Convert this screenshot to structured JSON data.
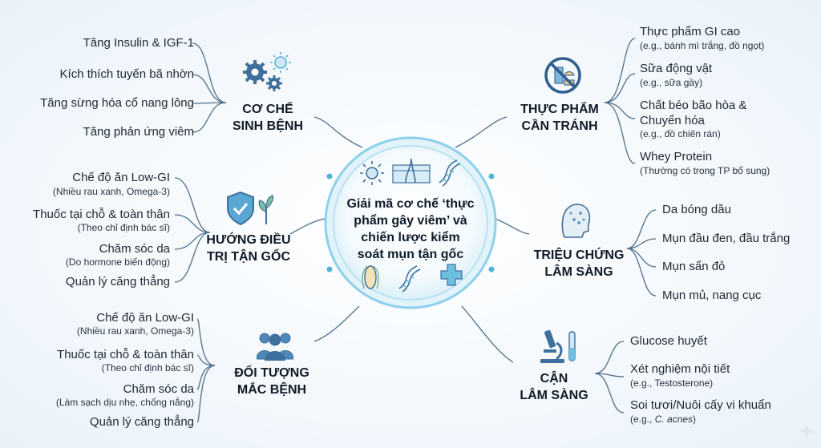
{
  "center": {
    "title": "Giải mã cơ chế ‘thực phẩm gây viêm’ và chiến lược kiểm soát mụn tận gốc"
  },
  "colors": {
    "line": "#4f6f8c",
    "ring": "#8ed0ec",
    "icon": "#3f6f9c",
    "accent": "#54b4d6"
  },
  "branches": {
    "mechanism": {
      "title": [
        "CƠ CHẾ",
        "SINH BỆNH"
      ],
      "icon": "gears-virus-icon",
      "items": [
        "Tăng Insulin & IGF-1",
        "Kích thích tuyến bã nhờn",
        "Tăng sừng hóa cổ nang lông",
        "Tăng phản ứng viêm"
      ]
    },
    "treatment": {
      "title": [
        "HƯỚNG ĐIỀU",
        "TRỊ TẬN GỐC"
      ],
      "icon": "shield-sprout-icon",
      "items": [
        {
          "main": "Chế độ ăn Low-GI",
          "sub": "(Nhiều rau xanh, Omega-3)"
        },
        {
          "main": "Thuốc tại chỗ & toàn thân",
          "sub": "(Theo chỉ định bác sĩ)"
        },
        {
          "main": "Chăm sóc da",
          "sub": "(Do hormone biến động)"
        },
        {
          "main": "Quản lý căng thẳng",
          "sub": ""
        }
      ]
    },
    "subjects": {
      "title": [
        "ĐỐI TƯỢNG",
        "MẮC BỆNH"
      ],
      "icon": "people-group-icon",
      "items": [
        {
          "main": "Chế độ ăn Low-GI",
          "sub": "(Nhiều rau xanh, Omega-3)"
        },
        {
          "main": "Thuốc tại chỗ & toàn thân",
          "sub": "(Theo chỉ định bác sĩ)"
        },
        {
          "main": "Chăm sóc da",
          "sub": "(Làm sạch dịu nhẹ, chống nắng)"
        },
        {
          "main": "Quản lý căng thẳng",
          "sub": ""
        }
      ]
    },
    "avoid": {
      "title": [
        "THỰC PHẨM",
        "CẦN TRÁNH"
      ],
      "icon": "no-food-icon",
      "items": [
        {
          "main": "Thực phẩm GI cao",
          "sub": "(e.g., bánh mì trắng, đồ ngọt)"
        },
        {
          "main": "Sữa động vật",
          "sub": "(e.g., sữa gầy)"
        },
        {
          "main": "Chất béo bão hòa &",
          "main2": "Chuyển hóa",
          "sub": "(e.g., đồ chiên rán)"
        },
        {
          "main": "Whey Protein",
          "sub": "(Thường có trong TP bổ sung)"
        }
      ]
    },
    "symptoms": {
      "title": [
        "TRIỆU CHỨNG",
        "LÂM SÀNG"
      ],
      "icon": "face-acne-icon",
      "items": [
        "Da bóng dầu",
        "Mụn đầu đen, đầu trắng",
        "Mụn sẩn đỏ",
        "Mụn mủ, nang cục"
      ]
    },
    "lab": {
      "title": [
        "CẬN",
        "LÂM SÀNG"
      ],
      "icon": "microscope-icon",
      "items": [
        {
          "main": "Glucose huyết",
          "sub": ""
        },
        {
          "main": "Xét nghiệm nội tiết",
          "sub": "(e.g., Testosterone)"
        },
        {
          "main": "Soi tươi/Nuôi cấy vi khuẩn",
          "sub_prefix": "(e.g., ",
          "sub_em": "C. acnes",
          "sub_suffix": ")"
        }
      ]
    }
  }
}
